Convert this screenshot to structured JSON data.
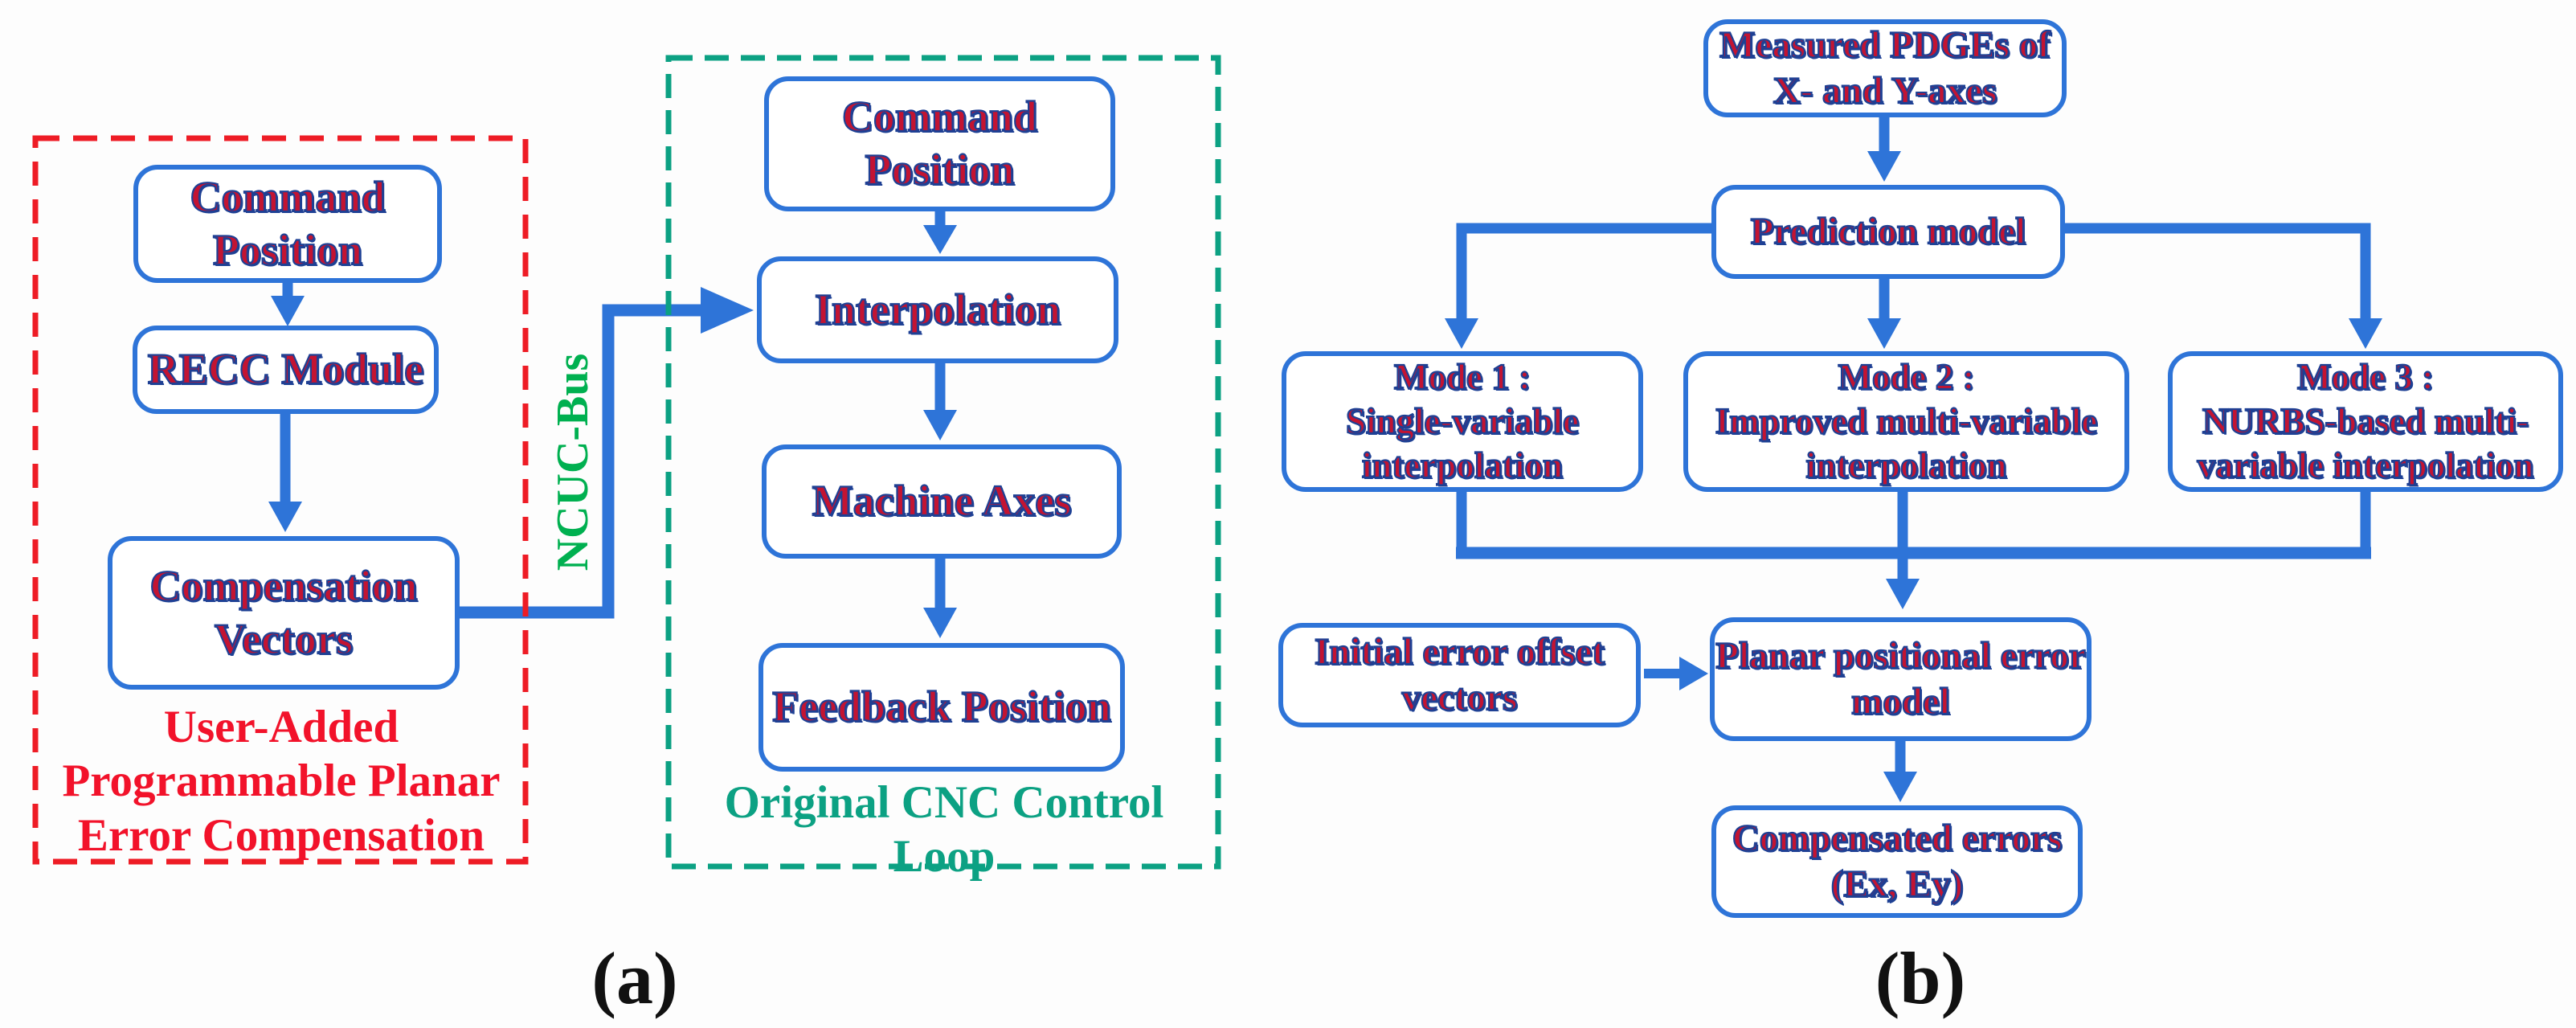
{
  "figure": {
    "colors": {
      "box_border_blue": "#2E74D8",
      "arrow_blue": "#2E74D8",
      "node_text_red": "#C31432",
      "node_text_outline_navy": "#1E4094",
      "red_dashed_border": "#EE1C25",
      "red_caption_text": "#F2122A",
      "teal_dashed_border": "#0CA183",
      "teal_caption_text": "#0CA183",
      "bus_label_green": "#00B050",
      "panel_label_black": "#111111"
    },
    "panel_a": {
      "label": "(a)",
      "recc_group_caption": "User-Added\nProgrammable Planar\nError Compensation",
      "bus_label": "NCUC-Bus",
      "cnc_group_caption": "Original CNC Control Loop",
      "nodes": {
        "command_position_recc": "Command\nPosition",
        "recc_module": "RECC Module",
        "compensation_vectors": "Compensation\nVectors",
        "command_position_cnc": "Command\nPosition",
        "interpolation": "Interpolation",
        "machine_axes": "Machine Axes",
        "feedback_position": "Feedback Position"
      }
    },
    "panel_b": {
      "label": "(b)",
      "nodes": {
        "measured_pdges": "Measured PDGEs of\nX- and Y-axes",
        "prediction_model": "Prediction model",
        "mode1": "Mode 1 :\nSingle-variable\ninterpolation",
        "mode2": "Mode 2 :\nImproved multi-variable\ninterpolation",
        "mode3": "Mode 3 :\nNURBS-based multi-\nvariable interpolation",
        "initial_error_offset": "Initial error offset\nvectors",
        "planar_error_model": "Planar positional error\nmodel",
        "compensated_errors": "Compensated errors\n(Ex, Ey)"
      }
    }
  }
}
